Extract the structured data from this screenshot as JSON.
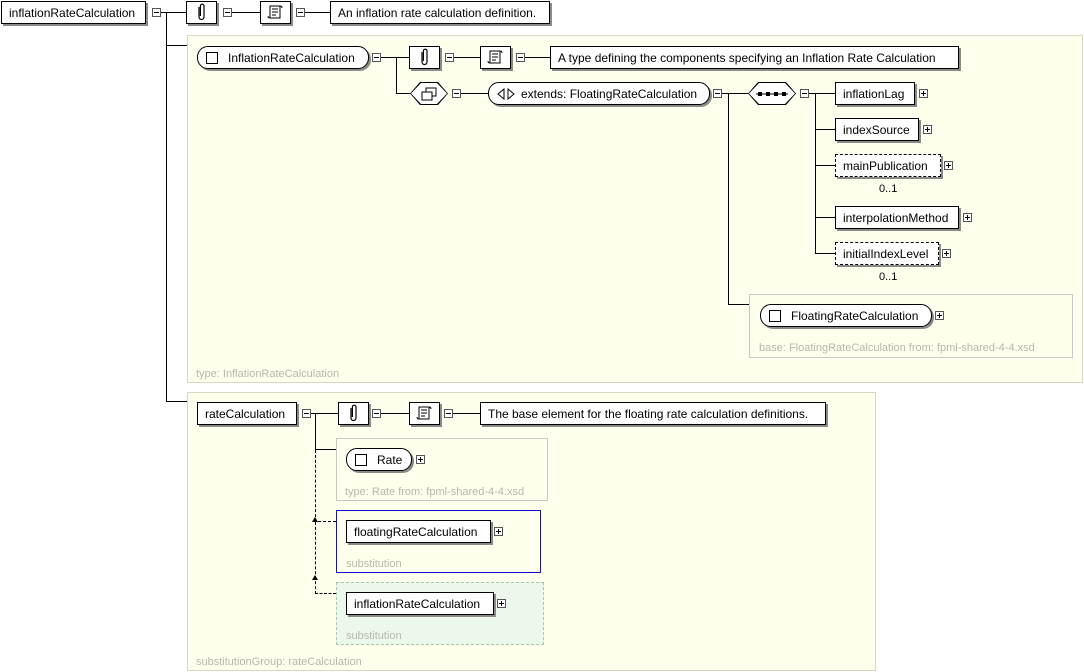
{
  "root": {
    "name": "inflationRateCalculation",
    "annotation": "An inflation rate calculation definition."
  },
  "type_panel": {
    "type_name": "InflationRateCalculation",
    "annotation": "A type defining the components specifying an Inflation Rate Calculation",
    "extends_label": "extends: FloatingRateCalculation",
    "footer": "type: InflationRateCalculation",
    "sequence": [
      {
        "name": "inflationLag",
        "occurs": ""
      },
      {
        "name": "indexSource",
        "occurs": ""
      },
      {
        "name": "mainPublication",
        "occurs": "0..1"
      },
      {
        "name": "interpolationMethod",
        "occurs": ""
      },
      {
        "name": "initialIndexLevel",
        "occurs": "0..1"
      }
    ],
    "base": {
      "name": "FloatingRateCalculation",
      "footer": "base: FloatingRateCalculation from: fpml-shared-4-4.xsd"
    }
  },
  "subst_panel": {
    "name": "rateCalculation",
    "annotation": "The base element for the floating rate calculation definitions.",
    "footer": "substitutionGroup: rateCalculation",
    "rate_type": {
      "name": "Rate",
      "footer": "type: Rate from: fpml-shared-4-4.xsd"
    },
    "substitutions": [
      {
        "name": "floatingRateCalculation",
        "footer": "substitution"
      },
      {
        "name": "inflationRateCalculation",
        "footer": "substitution"
      }
    ]
  },
  "colors": {
    "panel_bg": "#ffffee",
    "substitution_border": "#1010cc",
    "substitution_alt_bg": "#ecf8ec",
    "muted_text": "#b8b8a8"
  }
}
